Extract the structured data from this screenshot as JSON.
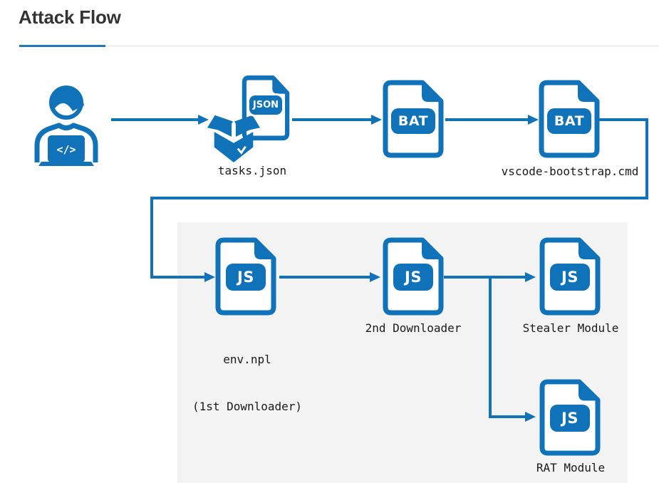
{
  "page": {
    "title": "Attack Flow"
  },
  "colors": {
    "icon_blue": "#1073ba",
    "rule_blue": "#2178be",
    "rule_gray": "#dcdcdc",
    "panel_gray": "#f3f3f3",
    "title_text": "#333333",
    "label_text": "#1a1a1a"
  },
  "nodes": {
    "developer": {
      "icon": "developer-at-laptop-icon",
      "laptop_glyph": "</>"
    },
    "tasks_json": {
      "badge": "JSON",
      "label": "tasks.json"
    },
    "bat_first": {
      "badge": "BAT",
      "label": ""
    },
    "bat_second": {
      "badge": "BAT",
      "label": "vscode-bootstrap.cmd"
    },
    "env_npl": {
      "badge": "JS",
      "label_line1": "env.npl",
      "label_line2": "(1st Downloader)"
    },
    "second_downloader": {
      "badge": "JS",
      "label": "2nd Downloader"
    },
    "stealer_module": {
      "badge": "JS",
      "label": "Stealer Module"
    },
    "rat_module": {
      "badge": "JS",
      "label": "RAT Module"
    }
  }
}
